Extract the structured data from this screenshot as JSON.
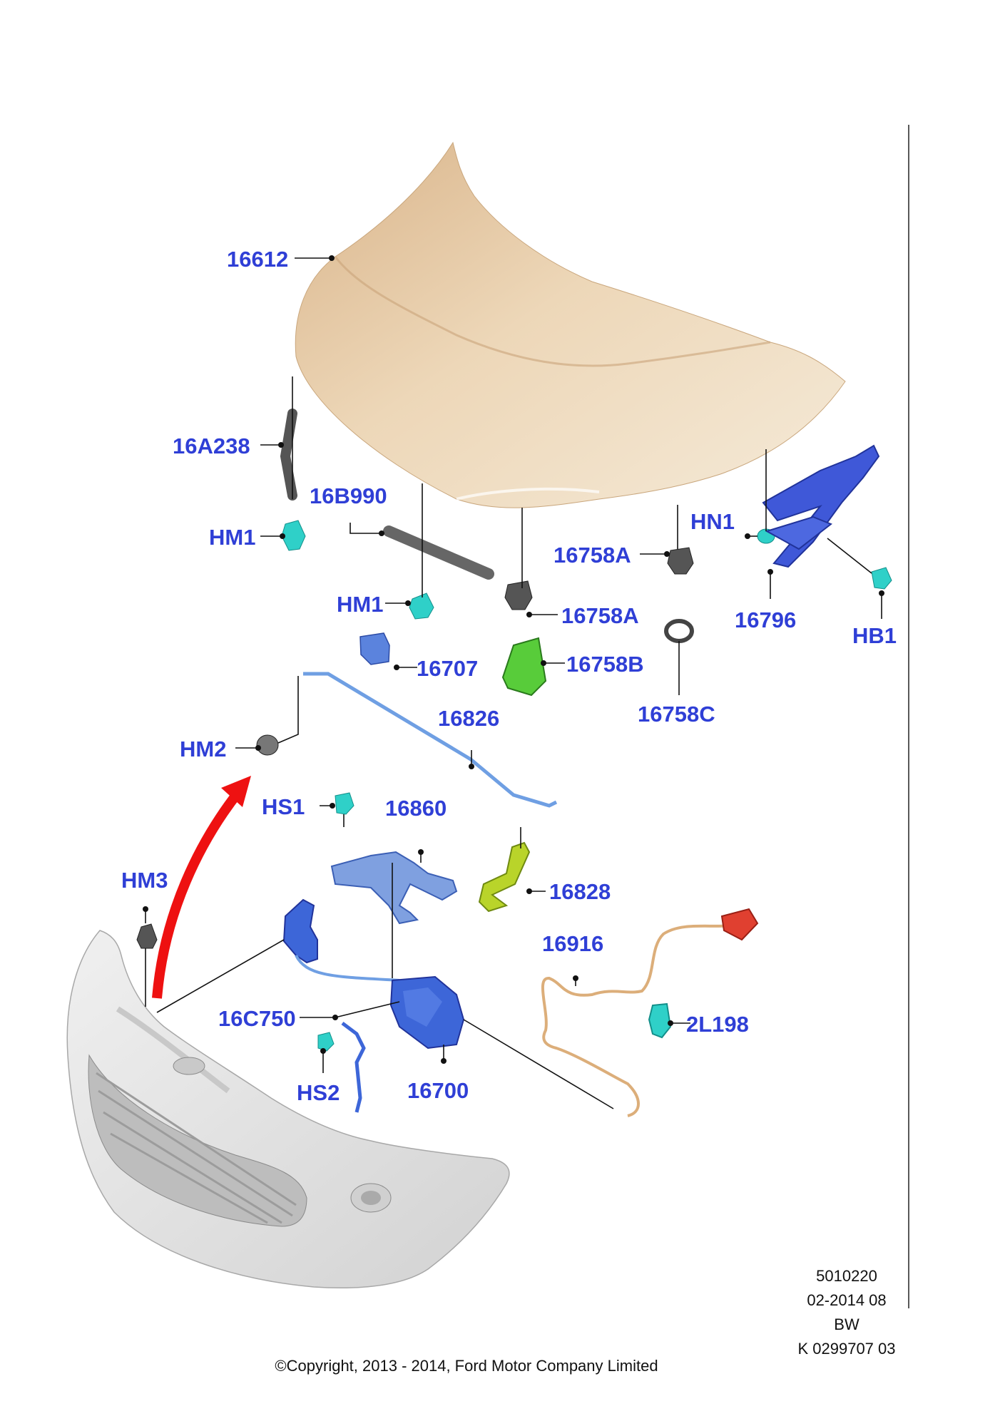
{
  "callouts": {
    "c16612": "16612",
    "c16A238": "16A238",
    "c16B990": "16B990",
    "cHM1a": "HM1",
    "cHM1b": "HM1",
    "cHN1": "HN1",
    "c16758A_right": "16758A",
    "c16758A_center": "16758A",
    "c16796": "16796",
    "cHB1": "HB1",
    "c16707": "16707",
    "c16758B": "16758B",
    "c16758C": "16758C",
    "c16826": "16826",
    "cHM2": "HM2",
    "cHS1": "HS1",
    "c16860": "16860",
    "cHM3": "HM3",
    "c16828": "16828",
    "c16916": "16916",
    "c16C750": "16C750",
    "c2L198": "2L198",
    "cHS2": "HS2",
    "c16700": "16700"
  },
  "meta": {
    "ref_number": "5010220",
    "date_code": "02-2014 08",
    "initials": "BW",
    "doc_code": "K 0299707 03"
  },
  "copyright": "©Copyright, 2013 - 2014, Ford Motor Company Limited",
  "colors": {
    "callout_text": "#2f3fd6",
    "hood": "#e8cfae",
    "bumper": "#e4e4e4",
    "hinge": "#3f58d8",
    "clip": "#2fd0c8",
    "striker": "#58cc3a",
    "latch": "#3d66d8",
    "bracket": "#7fa0e0",
    "cable": "#6f9fe3",
    "harness": "#dcae7a",
    "connector": "#e04030",
    "arrow": "#ee1111"
  }
}
